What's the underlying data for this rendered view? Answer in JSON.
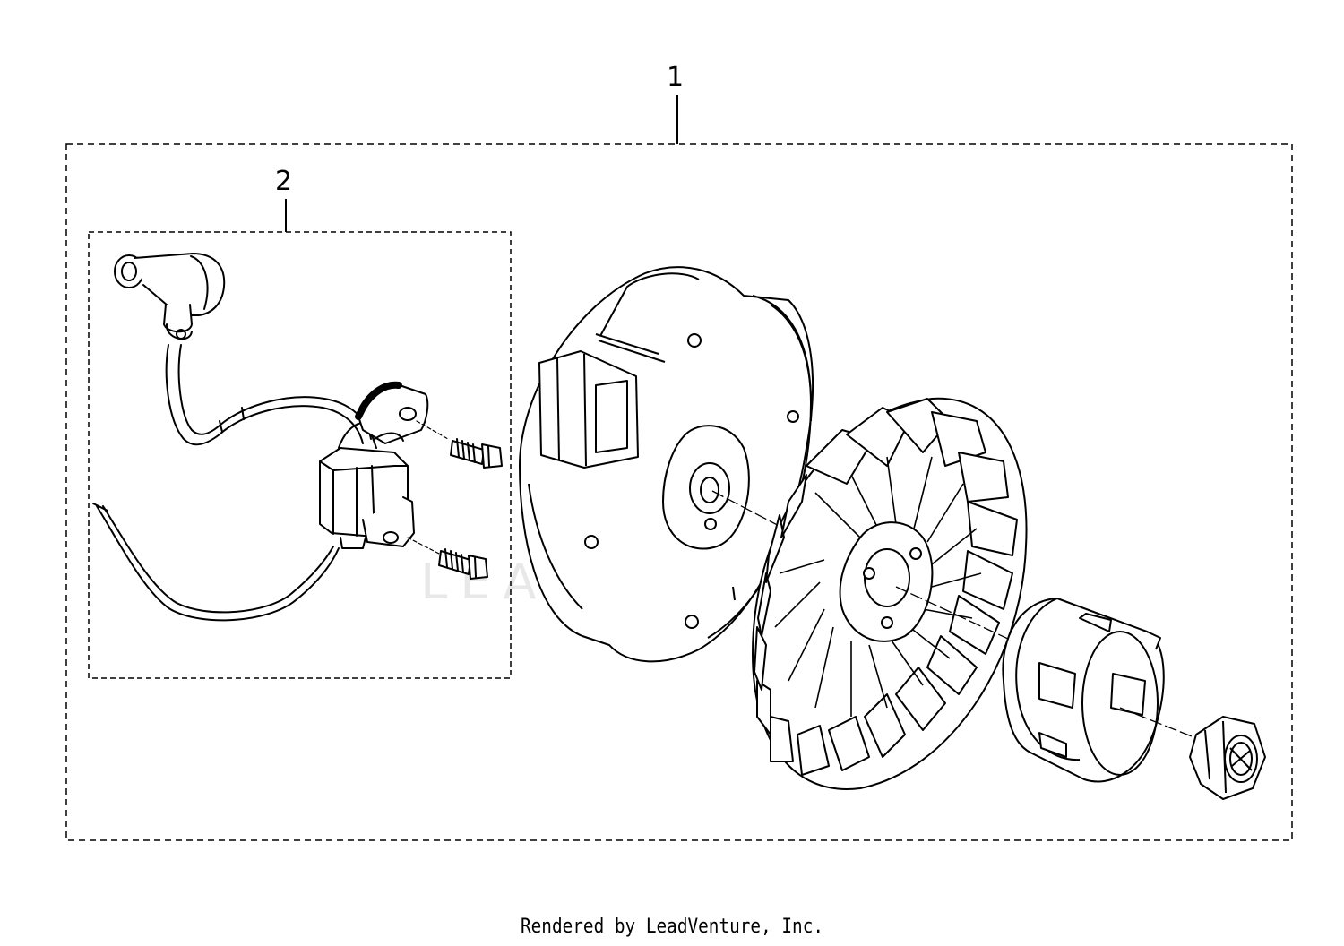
{
  "callouts": [
    {
      "number": "1"
    },
    {
      "number": "2"
    }
  ],
  "watermark": "LEADVENTURE",
  "footer": {
    "text": "Rendered by LeadVenture, Inc."
  },
  "colors": {
    "line": "#000000",
    "watermark": "#e6e6e6",
    "background": "#ffffff"
  }
}
